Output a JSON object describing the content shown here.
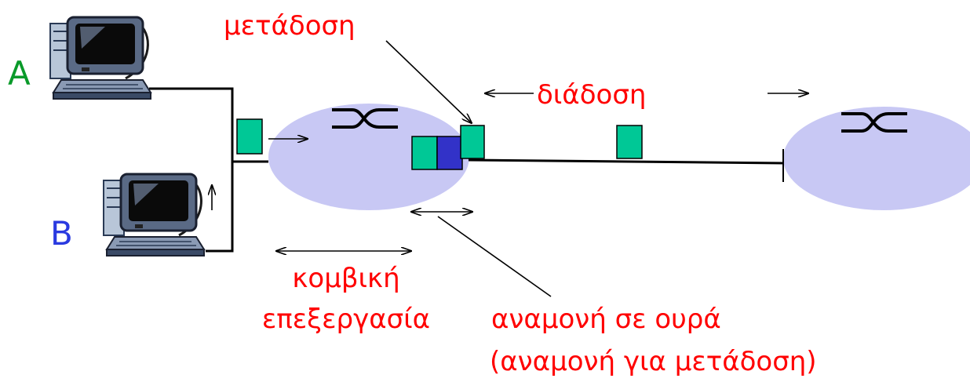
{
  "hosts": {
    "a_label": "A",
    "b_label": "B"
  },
  "labels": {
    "transmission": "μετάδοση",
    "propagation": "διάδοση",
    "nodal_processing_line1": "κομβική",
    "nodal_processing_line2": "επεξεργασία",
    "queueing_line1": "αναμονή σε ουρά",
    "queueing_line2": "(αναμονή για μετάδοση)"
  },
  "colors": {
    "label_text": "#ff0000",
    "host_a": "#0a9a2a",
    "host_b": "#2a3ae0",
    "router": "#c8c8f4",
    "packet_green": "#00c896",
    "packet_blue": "#3232c8",
    "link": "#000000"
  },
  "icons": {
    "host": "desktop-computer-icon",
    "router": "router-switch-icon"
  }
}
